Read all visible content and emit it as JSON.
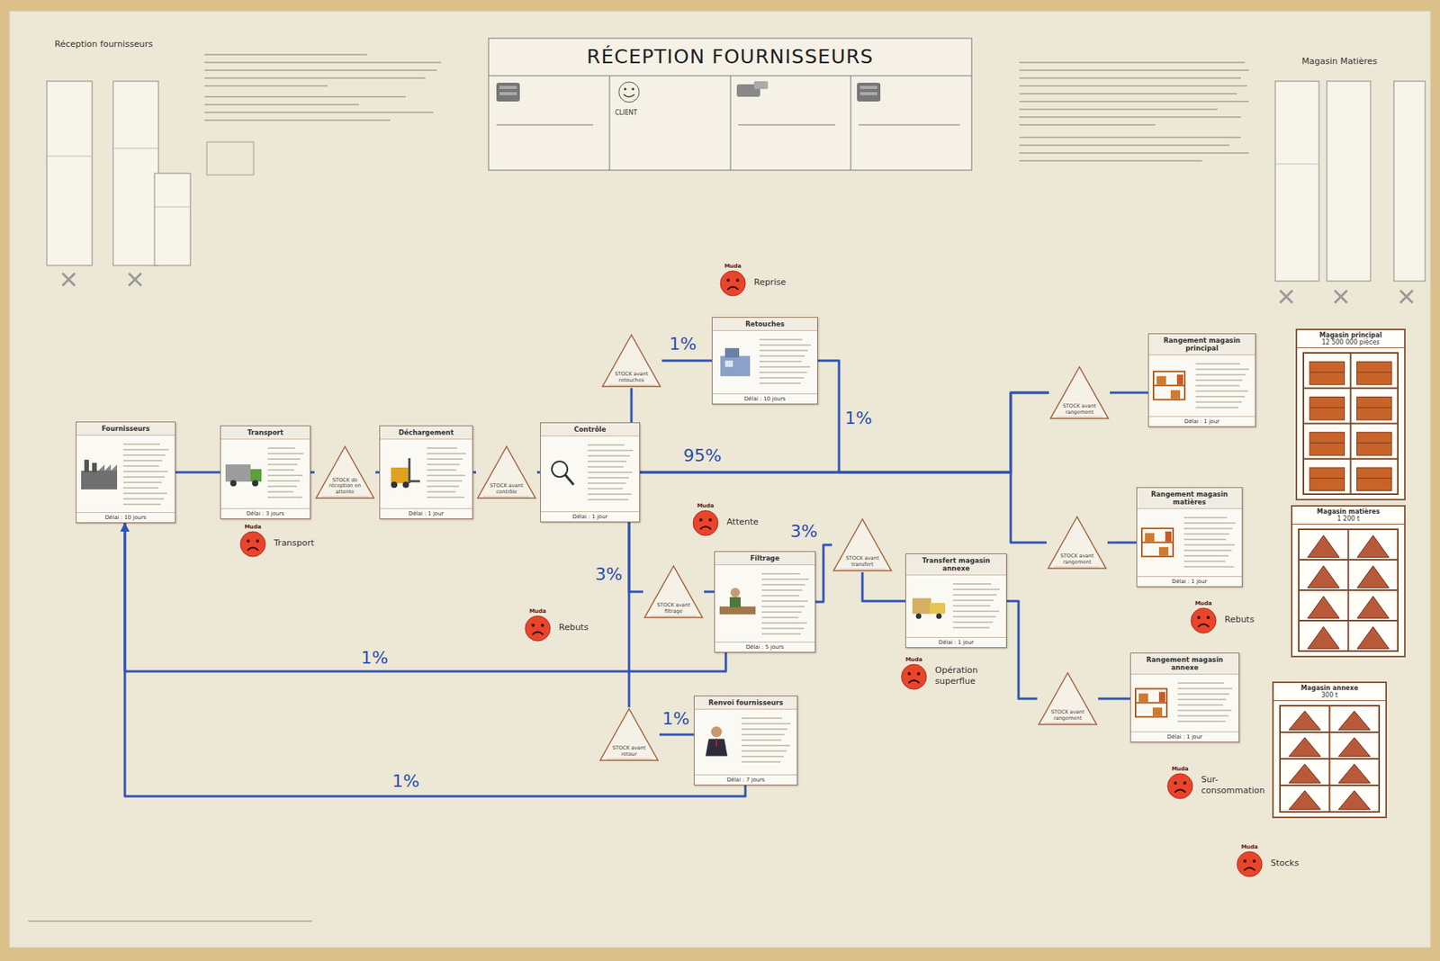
{
  "diagram": {
    "title": "RÉCEPTION FOURNISSEURS",
    "nodes": [
      {
        "text": [
          "Fournisseurs",
          "Délai : 10 jours"
        ]
      },
      {
        "text": [
          "Transport",
          "Délai : 3 jours"
        ]
      },
      {
        "text": [
          "STOCK de réception en attente"
        ]
      },
      {
        "text": [
          "Déchargement",
          "Délai : 1 jour"
        ]
      },
      {
        "text": [
          "STOCK avant contrôle"
        ]
      },
      {
        "text": [
          "Contrôle",
          "Délai : 1 jour"
        ]
      },
      {
        "text": [
          "STOCK avant retouches"
        ]
      },
      {
        "text": [
          "Retouches",
          "Délai : 10 jours"
        ]
      },
      {
        "text": [
          "STOCK avant filtrage"
        ]
      },
      {
        "text": [
          "Filtrage",
          "Délai : 5 jours"
        ]
      },
      {
        "text": [
          "STOCK avant transfert"
        ]
      },
      {
        "text": [
          "Transfert magasin annexe",
          "Délai : 1 jour"
        ]
      },
      {
        "text": [
          "STOCK avant retour"
        ]
      },
      {
        "text": [
          "Renvoi fournisseurs",
          "Délai : 7 jours"
        ]
      },
      {
        "text": [
          "STOCK avant rangement"
        ]
      },
      {
        "text": [
          "Rangement magasin principal",
          "Délai : 1 jour"
        ]
      },
      {
        "text": [
          "STOCK avant rangement"
        ]
      },
      {
        "text": [
          "Rangement magasin matières",
          "Délai : 1 jour"
        ]
      },
      {
        "text": [
          "STOCK avant rangement"
        ]
      },
      {
        "text": [
          "Rangement magasin annexe",
          "Délai : 1 jour"
        ]
      },
      {
        "text": [
          "Magasin principal",
          "12 500 000 pièces"
        ]
      },
      {
        "text": [
          "Magasin matières",
          "1 200 t"
        ]
      },
      {
        "text": [
          "Magasin annexe",
          "300 t"
        ]
      },
      {
        "text": [
          "Muda",
          "Reprise"
        ]
      },
      {
        "text": [
          "Muda",
          "Transport"
        ]
      },
      {
        "text": [
          "Muda",
          "Attente"
        ]
      },
      {
        "text": [
          "Muda",
          "Rebuts"
        ]
      },
      {
        "text": [
          "Muda",
          "Opération superflue"
        ]
      },
      {
        "text": [
          "Muda",
          "Rebuts"
        ]
      },
      {
        "text": [
          "Muda",
          "Sur-consommation"
        ]
      },
      {
        "text": [
          "Muda",
          "Stocks"
        ]
      }
    ],
    "edges": [
      {
        "from": 0,
        "to": 1,
        "arrow": "none"
      },
      {
        "from": 1,
        "to": 2,
        "arrow": "none"
      },
      {
        "from": 2,
        "to": 3,
        "arrow": "none"
      },
      {
        "from": 3,
        "to": 4,
        "arrow": "none"
      },
      {
        "from": 4,
        "to": 5,
        "arrow": "none"
      },
      {
        "from": 5,
        "to": 6,
        "arrow": "none"
      },
      {
        "from": 6,
        "to": 7,
        "label": "1%",
        "arrow": "none"
      },
      {
        "from": 5,
        "to": 14,
        "label": "95%",
        "arrow": "none"
      },
      {
        "from": 5,
        "to": 16,
        "arrow": "none"
      },
      {
        "from": 7,
        "to": 14,
        "label": "1%",
        "arrow": "none"
      },
      {
        "from": 5,
        "to": 8,
        "label": "3%",
        "arrow": "none"
      },
      {
        "from": 8,
        "to": 9,
        "arrow": "none"
      },
      {
        "from": 9,
        "to": 10,
        "label": "3%",
        "arrow": "none"
      },
      {
        "from": 10,
        "to": 11,
        "arrow": "none"
      },
      {
        "from": 11,
        "to": 18,
        "arrow": "none"
      },
      {
        "from": 5,
        "to": 12,
        "arrow": "none"
      },
      {
        "from": 12,
        "to": 13,
        "label": "1%",
        "arrow": "none"
      },
      {
        "from": 13,
        "to": 0,
        "label": "1%",
        "arrow": "to"
      },
      {
        "from": 9,
        "to": 0,
        "label": "1%",
        "arrow": "to"
      },
      {
        "from": 14,
        "to": 15,
        "arrow": "none"
      },
      {
        "from": 16,
        "to": 17,
        "arrow": "none"
      },
      {
        "from": 18,
        "to": 19,
        "arrow": "none"
      }
    ],
    "labels": [
      "Réception fournisseurs",
      "Magasin Matières",
      "CLIENT"
    ]
  }
}
